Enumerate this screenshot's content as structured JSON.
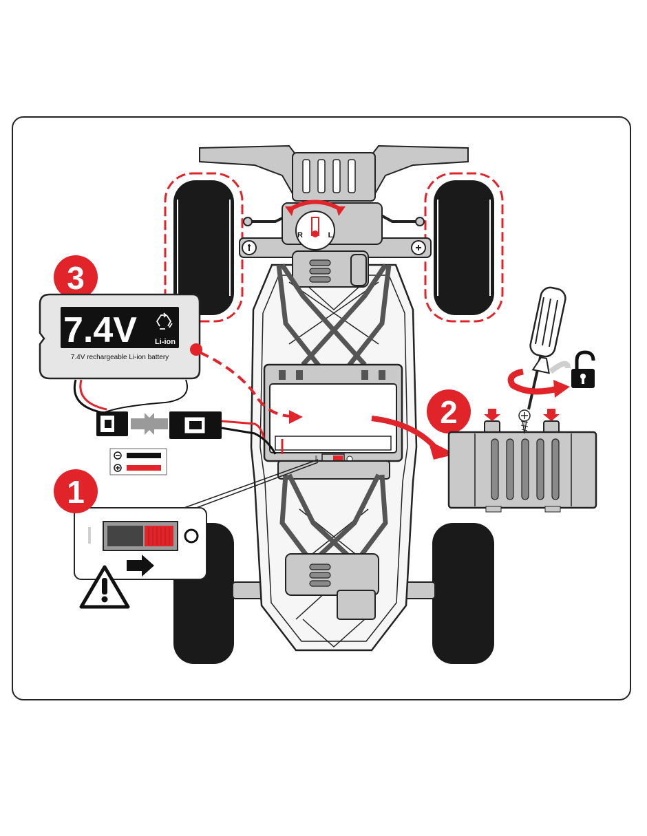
{
  "colors": {
    "accent_red": "#e1242a",
    "ink": "#111111",
    "chassis_fill": "#f4f4f4",
    "part_gray": "#c9c9c9",
    "part_gray_dark": "#8a8a8a",
    "tire_black": "#1a1a1a"
  },
  "steps": {
    "step1": "1",
    "step2": "2",
    "step3": "3"
  },
  "battery": {
    "voltage": "7.4V",
    "chemistry": "Li-ion",
    "description": "7.4V rechargeable Li-ion battery"
  },
  "steering_dial": {
    "left_letter": "R",
    "right_letter": "L"
  },
  "icons": [
    "recycle-icon",
    "padlock-unlocked-icon",
    "warning-icon",
    "screwdriver-icon",
    "arrow-right-icon",
    "polarity-minus-icon",
    "polarity-plus-icon"
  ]
}
